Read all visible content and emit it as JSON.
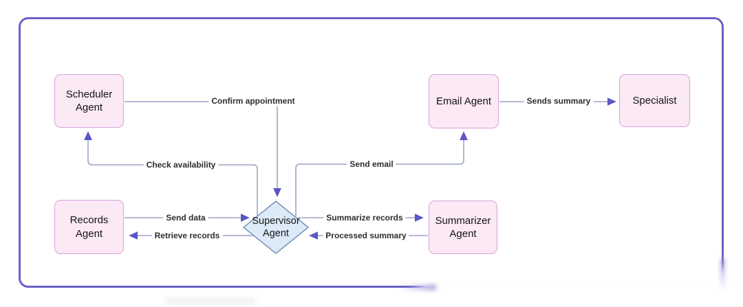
{
  "colors": {
    "frame": "#6a61c6",
    "node_fill": "#fbe9f6",
    "node_border": "#d9a0da",
    "node_text": "#141414",
    "diamond_fill": "#ddebf9",
    "diamond_border": "#7e96bd",
    "line": "#9ca3c9",
    "arrow": "#5b55c8",
    "label_text": "#2d2d2d"
  },
  "nodes": {
    "scheduler": {
      "label": "Scheduler Agent"
    },
    "records": {
      "label": "Records Agent"
    },
    "supervisor": {
      "label": "Supervisor Agent"
    },
    "email": {
      "label": "Email Agent"
    },
    "summarizer": {
      "label": "Summarizer Agent"
    },
    "specialist": {
      "label": "Specialist"
    }
  },
  "edges": {
    "confirm_appointment": {
      "label": "Confirm appointment",
      "from": "Scheduler Agent",
      "to": "Supervisor Agent"
    },
    "check_availability": {
      "label": "Check availability",
      "from": "Supervisor Agent",
      "to": "Scheduler Agent"
    },
    "send_email": {
      "label": "Send email",
      "from": "Supervisor Agent",
      "to": "Email Agent"
    },
    "sends_summary": {
      "label": "Sends summary",
      "from": "Email Agent",
      "to": "Specialist"
    },
    "send_data": {
      "label": "Send data",
      "from": "Records Agent",
      "to": "Supervisor Agent"
    },
    "retrieve_records": {
      "label": "Retrieve records",
      "from": "Supervisor Agent",
      "to": "Records Agent"
    },
    "summarize_records": {
      "label": "Summarize records",
      "from": "Supervisor Agent",
      "to": "Summarizer Agent"
    },
    "processed_summary": {
      "label": "Processed summary",
      "from": "Summarizer Agent",
      "to": "Supervisor Agent"
    }
  }
}
